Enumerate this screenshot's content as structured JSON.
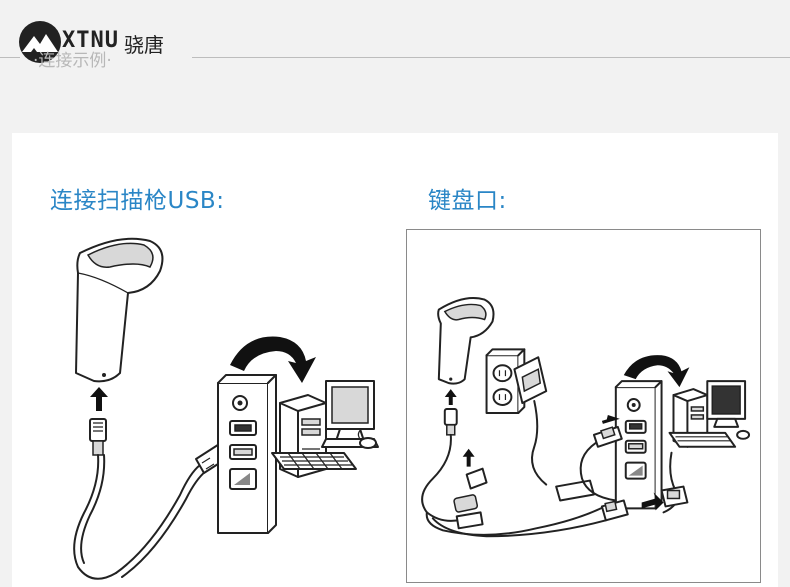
{
  "header": {
    "logo_latin": "XTNU",
    "logo_cn": "骁唐",
    "section_title": "·连接示例·"
  },
  "labels": {
    "usb": "连接扫描枪USB:",
    "keyboard": "键盘口:"
  },
  "colors": {
    "label_blue": "#2a86c6",
    "page_bg": "#f2f2f2",
    "panel_bg": "#ffffff"
  },
  "icons": [
    "mountain-logo-icon",
    "barcode-scanner-icon",
    "computer-tower-icon",
    "monitor-icon",
    "keyboard-icon",
    "mouse-icon",
    "power-adapter-icon",
    "wall-outlet-icon",
    "curved-arrow-icon",
    "usb-plug-icon",
    "ps2-plug-icon"
  ]
}
